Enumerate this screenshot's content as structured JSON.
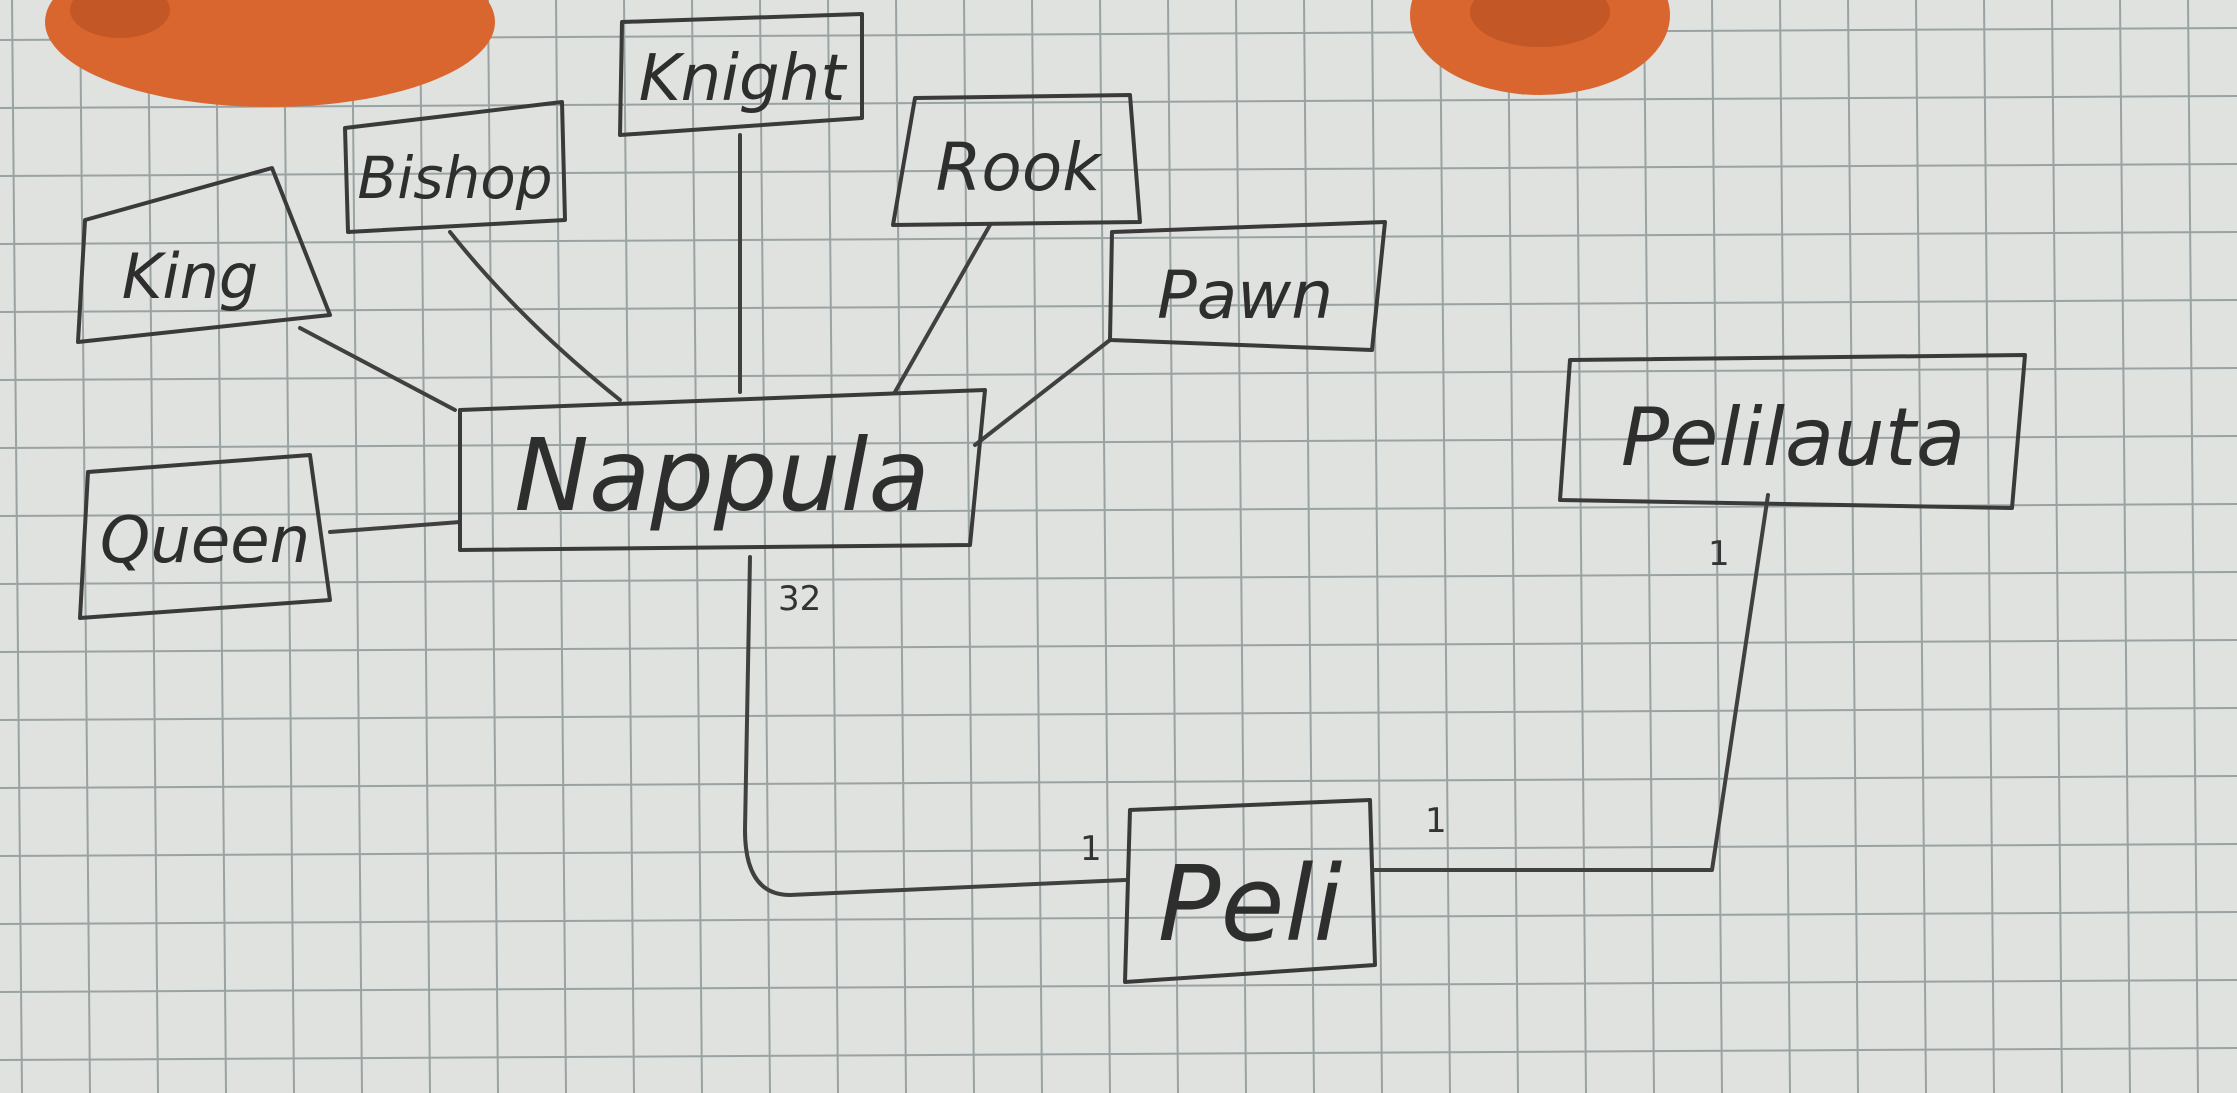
{
  "diagram": {
    "nodes": {
      "king": "King",
      "bishop": "Bishop",
      "knight": "Knight",
      "rook": "Rook",
      "pawn": "Pawn",
      "queen": "Queen",
      "nappula": "Nappula",
      "pelilauta": "Pelilauta",
      "peli": "Peli"
    },
    "multiplicities": {
      "nappula_to_peli": "32",
      "peli_from_nappula": "1",
      "peli_to_pelilauta": "1",
      "pelilauta_from_peli": "1"
    }
  },
  "colors": {
    "paper": "#dfe2de",
    "grid": "#9aa3a3",
    "pencil": "#3a3a3a",
    "finger": "#d9662f"
  }
}
